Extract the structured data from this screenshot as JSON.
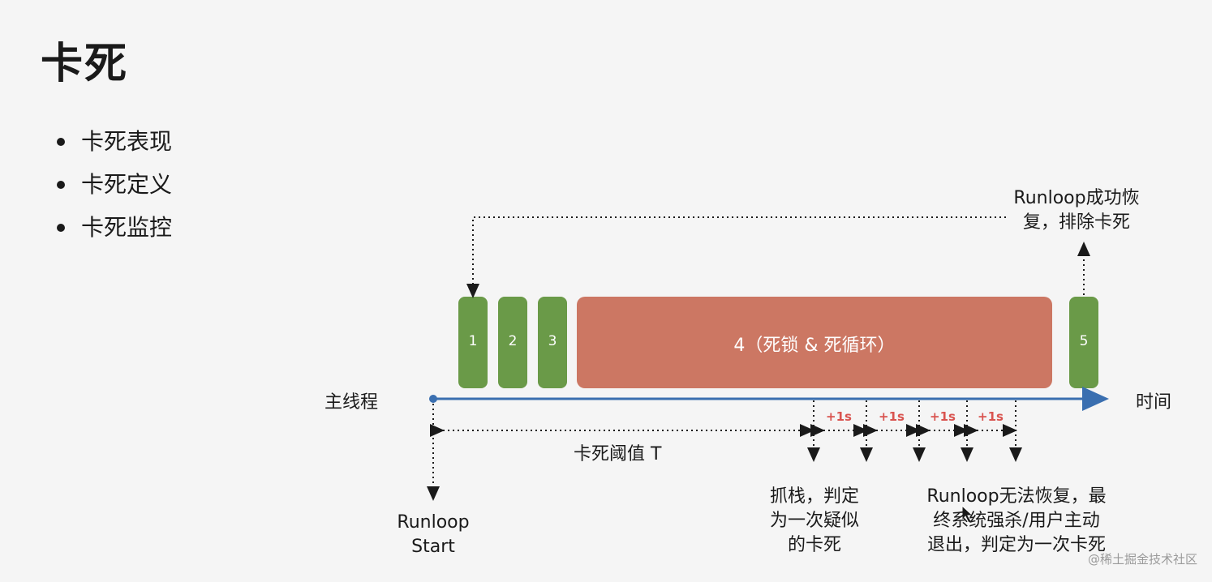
{
  "slide": {
    "title": "卡死",
    "bullets": [
      "卡死表现",
      "卡死定义",
      "卡死监控"
    ]
  },
  "diagram": {
    "thread_label": "主线程",
    "time_label": "时间",
    "tasks": [
      "1",
      "2",
      "3",
      "4（死锁 & 死循环）",
      "5"
    ],
    "threshold_label": "卡死阈值 T",
    "increments": [
      "+1s",
      "+1s",
      "+1s",
      "+1s"
    ],
    "runloop_start": "Runloop\nStart",
    "suspected": "抓栈，判定\n为一次疑似\n的卡死",
    "recovered": "Runloop成功恢\n复，排除卡死",
    "killed": "Runloop无法恢复，最\n终系统强杀/用户主动\n退出，判定为一次卡死",
    "colors": {
      "task_green": "#6a9a48",
      "task_red": "#cc7763",
      "timeline_blue": "#3a6fb0",
      "increment_red": "#d9534f"
    }
  },
  "watermark": "@稀土掘金技术社区"
}
